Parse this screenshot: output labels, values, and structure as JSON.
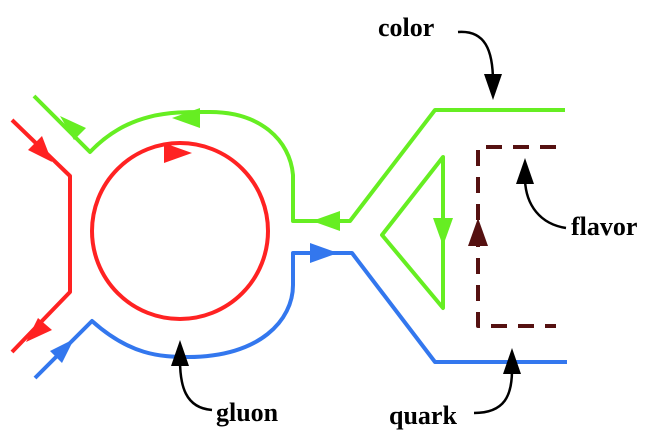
{
  "labels": {
    "color": "color",
    "flavor": "flavor",
    "gluon": "gluon",
    "quark": "quark"
  },
  "colors": {
    "red": "#ff2222",
    "green": "#66ee22",
    "blue": "#3377ee",
    "flavor": "#551111",
    "annotation": "#000000"
  }
}
